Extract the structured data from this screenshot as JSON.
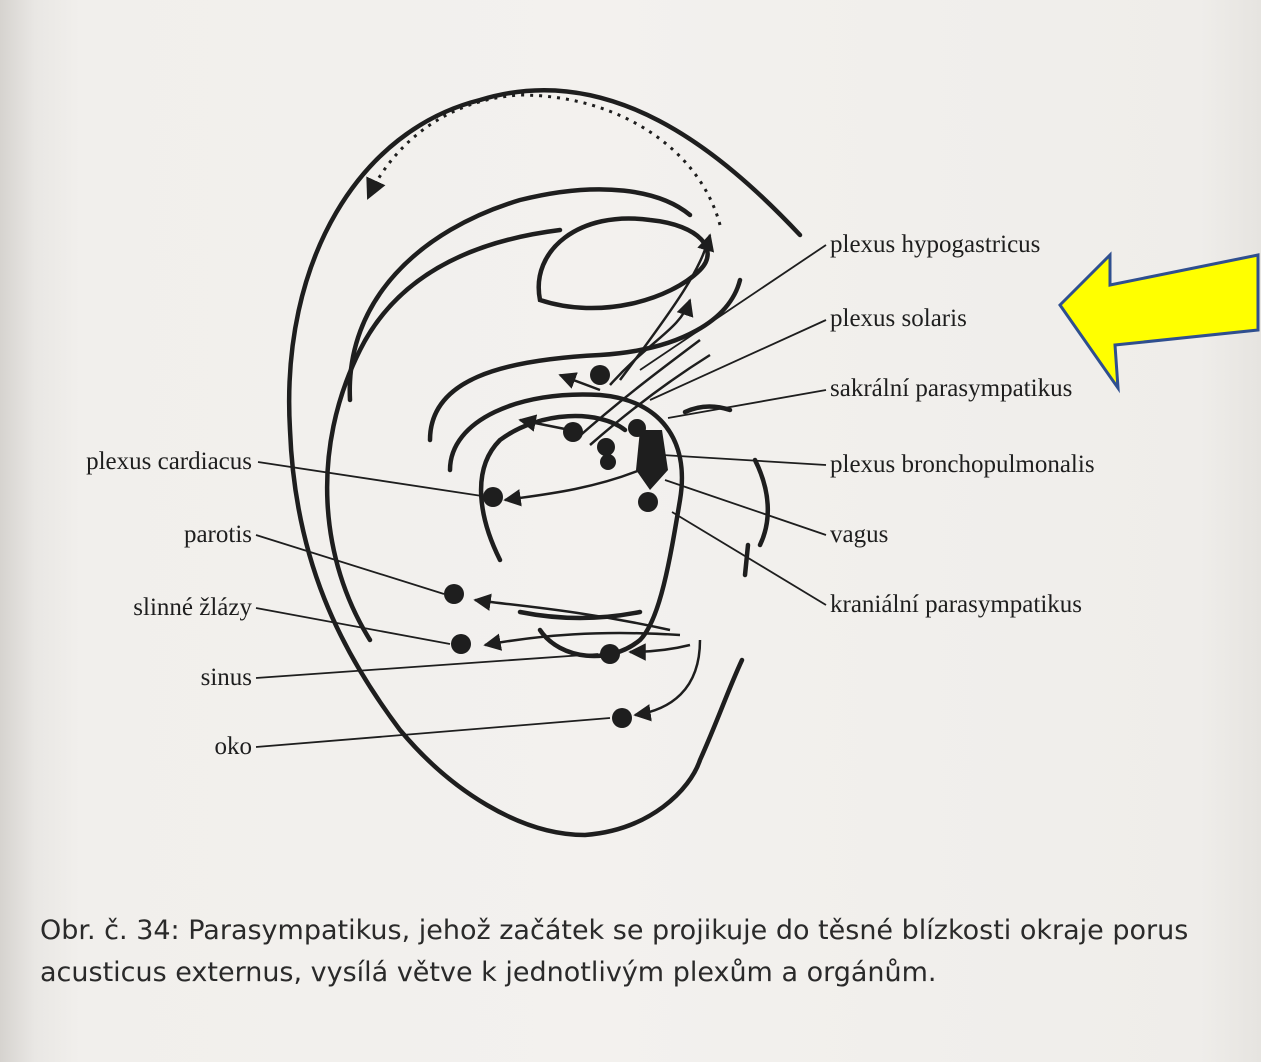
{
  "labels": {
    "right": [
      "plexus hypogastricus",
      "plexus solaris",
      "sakrální parasympatikus",
      "plexus bronchopulmonalis",
      "vagus",
      "kraniální parasympatikus"
    ],
    "left": [
      "plexus cardiacus",
      "parotis",
      "slinné žlázy",
      "sinus",
      "oko"
    ]
  },
  "caption": "Obr. č. 34: Parasympatikus, jehož začátek se projikuje do těsné blízkosti okraje porus acusticus externus, vysílá větve k jednotlivým plexům a orgánům.",
  "colors": {
    "highlight_arrow_fill": "#ffff00",
    "highlight_arrow_stroke": "#2f4f8f",
    "ink": "#1e1e1e"
  }
}
